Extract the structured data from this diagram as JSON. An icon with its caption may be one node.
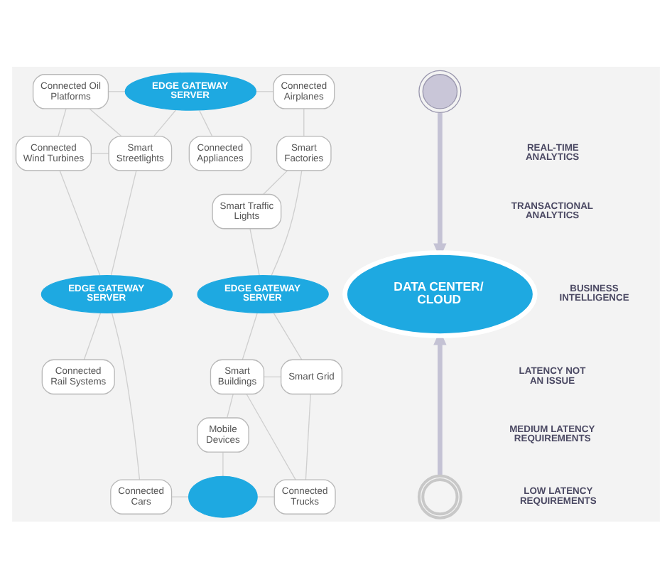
{
  "diagram": {
    "nodes": [
      {
        "text": [
          "EDGE GATEWAY SERVER"
        ]
      },
      {
        "text": [
          "Connected Airplanes"
        ]
      },
      {
        "text": [
          "Connected Oil Platforms"
        ]
      },
      {
        "text": [
          "Connected Appliances"
        ]
      },
      {
        "text": [
          "Connected Wind Turbines"
        ]
      },
      {
        "text": [
          "Smart Streetlights"
        ]
      },
      {
        "text": [
          "Smart Factories"
        ]
      },
      {
        "text": [
          "Smart Traffic Lights"
        ]
      },
      {
        "text": [
          "DATA CENTER/ CLOUD"
        ]
      },
      {
        "text": [
          "EDGE GATEWAY SERVER"
        ]
      },
      {
        "text": [
          "EDGE GATEWAY SERVER"
        ]
      },
      {
        "text": [
          "Connected Rail Systems"
        ]
      },
      {
        "text": [
          "Smart Buildings"
        ]
      },
      {
        "text": [
          "Mobile Devices"
        ]
      },
      {
        "text": [
          "Smart Grid"
        ]
      },
      {
        "text": [
          "Connected Trucks"
        ]
      },
      {
        "text": [
          "Connected Cars"
        ]
      },
      {
        "text": [],
        "shape": "cloud"
      },
      {
        "text": [],
        "shape": "picture"
      },
      {
        "text": [],
        "shape": "picture"
      }
    ],
    "edges": [
      {
        "from": 2,
        "to": 0,
        "arrow": "none"
      },
      {
        "from": 0,
        "to": 1,
        "arrow": "none"
      },
      {
        "from": 0,
        "to": 3,
        "arrow": "none"
      },
      {
        "from": 0,
        "to": 5,
        "arrow": "none"
      },
      {
        "from": 2,
        "to": 4,
        "arrow": "none"
      },
      {
        "from": 2,
        "to": 5,
        "arrow": "none"
      },
      {
        "from": 4,
        "to": 5,
        "arrow": "none"
      },
      {
        "from": 4,
        "to": 9,
        "arrow": "none"
      },
      {
        "from": 5,
        "to": 9,
        "arrow": "none"
      },
      {
        "from": 1,
        "to": 6,
        "arrow": "none"
      },
      {
        "from": 6,
        "to": 7,
        "arrow": "none"
      },
      {
        "from": 6,
        "to": 10,
        "arrow": "none"
      },
      {
        "from": 7,
        "to": 10,
        "arrow": "none"
      },
      {
        "from": 9,
        "to": 11,
        "arrow": "none"
      },
      {
        "from": 9,
        "to": 16,
        "arrow": "none"
      },
      {
        "from": 10,
        "to": 12,
        "arrow": "none"
      },
      {
        "from": 10,
        "to": 14,
        "arrow": "none"
      },
      {
        "from": 12,
        "to": 14,
        "arrow": "none"
      },
      {
        "from": 12,
        "to": 15,
        "arrow": "none"
      },
      {
        "from": 14,
        "to": 15,
        "arrow": "none"
      },
      {
        "from": 12,
        "to": 13,
        "arrow": "none"
      },
      {
        "from": 13,
        "to": 17,
        "arrow": "none"
      },
      {
        "from": 16,
        "to": 17,
        "arrow": "none"
      },
      {
        "from": 17,
        "to": 15,
        "arrow": "none"
      },
      {
        "from": 18,
        "to": 8,
        "arrow": "to",
        "style": "thick",
        "color": "#c4c2d4"
      },
      {
        "from": 19,
        "to": 8,
        "arrow": "to",
        "style": "thick",
        "color": "#c4c2d4"
      }
    ],
    "labels": [
      "REAL-TIME ANALYTICS",
      "TRANSACTIONAL ANALYTICS",
      "BUSINESS INTELLIGENCE",
      "LATENCY NOT AN ISSUE",
      "MEDIUM LATENCY REQUIREMENTS",
      "LOW LATENCY REQUIREMENTS"
    ]
  }
}
